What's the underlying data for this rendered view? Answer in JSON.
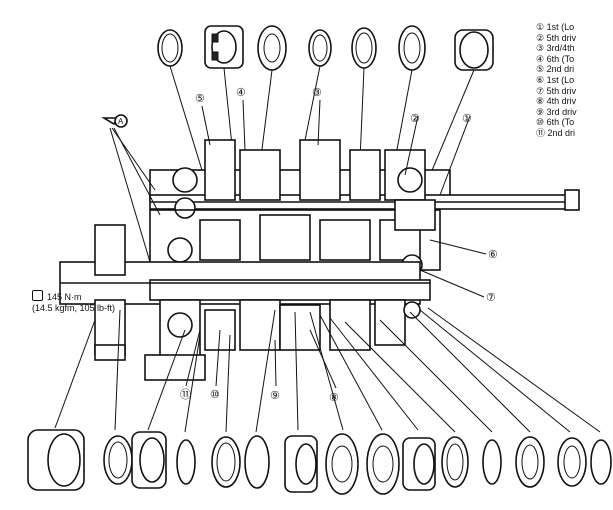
{
  "legend": [
    "① 1st (Lo",
    "② 5th driv",
    "③ 3rd/4th",
    "④ 6th (To",
    "⑤ 2nd dri",
    "⑥ 1st (Lo",
    "⑦ 5th driv",
    "⑧ 4th driv",
    "⑨ 3rd driv",
    "⑩ 6th (To",
    "⑪ 2nd dri"
  ],
  "torque": {
    "value": "145 N·m",
    "detail": "(14.5 kgfm, 105 lb-ft)"
  },
  "callouts": {
    "c1": "①",
    "c2": "②",
    "c3": "③",
    "c4": "④",
    "c5": "⑤",
    "c6": "⑥",
    "c7": "⑦",
    "c8": "⑧",
    "c9": "⑨",
    "c10": "⑩",
    "c11": "⑪"
  },
  "lube_symbol": "A"
}
